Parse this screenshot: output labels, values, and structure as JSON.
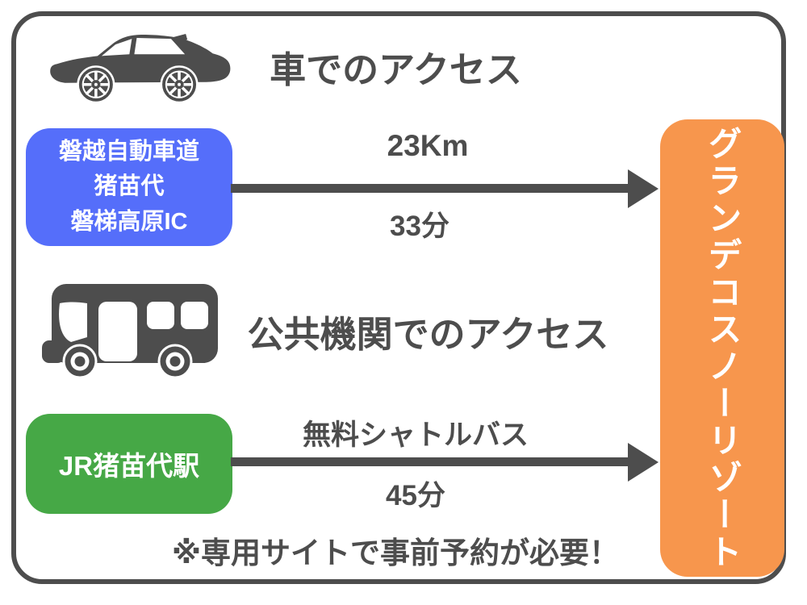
{
  "car_section": {
    "title": "車でのアクセス",
    "origin_lines": [
      "磐越自動車道",
      "猪苗代",
      "磐梯高原IC"
    ],
    "distance": "23Km",
    "duration": "33分"
  },
  "public_section": {
    "title": "公共機関でのアクセス",
    "origin": "JR猪苗代駅",
    "method": "無料シャトルバス",
    "duration": "45分",
    "note": "※専用サイトで事前予約が必要！"
  },
  "destination": {
    "label": "グランデコスノーリゾート"
  },
  "icons": {
    "car": "car-icon",
    "bus": "bus-icon",
    "arrows": "right-arrow"
  },
  "colors": {
    "ink": "#4d4d4d",
    "highway_box": "#556EFA",
    "station_box": "#46A846",
    "destination_box": "#F7964D",
    "background": "#ffffff"
  }
}
